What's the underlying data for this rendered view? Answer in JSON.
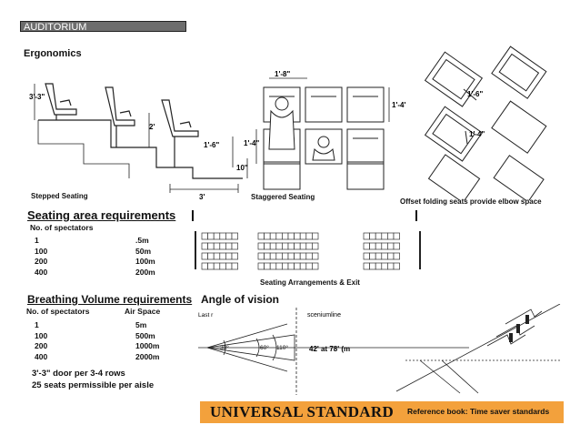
{
  "header": {
    "title": "AUDITORIUM"
  },
  "ergonomics": {
    "title": "Ergonomics",
    "dims": {
      "h1": "3'-3\"",
      "h2": "2'",
      "h3": "1'-6\"",
      "h4": "10\"",
      "w": "3'"
    },
    "stepped_caption": "Stepped Seating"
  },
  "staggered": {
    "dims": {
      "top": "1'-8\"",
      "right": "1'-4'",
      "left": "1'-4\""
    },
    "caption": "Staggered Seating"
  },
  "offset": {
    "dims": {
      "a": "1'-6\"",
      "b": "1'-4\""
    },
    "caption": "Offset folding seats provide elbow space"
  },
  "seating_area": {
    "title": "Seating area requirements",
    "col_header": "No. of spectators",
    "rows": [
      {
        "n": "1",
        "v": ".5m"
      },
      {
        "n": "100",
        "v": "50m"
      },
      {
        "n": "200",
        "v": "100m"
      },
      {
        "n": "400",
        "v": "200m"
      }
    ],
    "arrangement_caption": "Seating Arrangements & Exit"
  },
  "breathing": {
    "title_bold": "Breathing",
    "title_rest": " Volume requirements",
    "col1": "No. of spectators",
    "col2": "Air Space",
    "rows": [
      {
        "n": "1",
        "v": "5m"
      },
      {
        "n": "100",
        "v": "500m"
      },
      {
        "n": "200",
        "v": "1000m"
      },
      {
        "n": "400",
        "v": "2000m"
      }
    ],
    "note1": "3'-3\" door per  3-4 rows",
    "note2": "25 seats permissible per aisle"
  },
  "vision": {
    "title": "Angle of vision",
    "last_row": "Last r",
    "proscenium": "sceniumline",
    "angles": {
      "a30": "30°",
      "a60": "60°",
      "a110": "110°"
    },
    "measure": "42'  at  78'  (m"
  },
  "footer": {
    "standard": "UNIVERSAL STANDARD",
    "reference": "Reference book: Time saver standards"
  },
  "colors": {
    "header_bg": "#6d6d6d",
    "banner_bg": "#f3a13c"
  }
}
